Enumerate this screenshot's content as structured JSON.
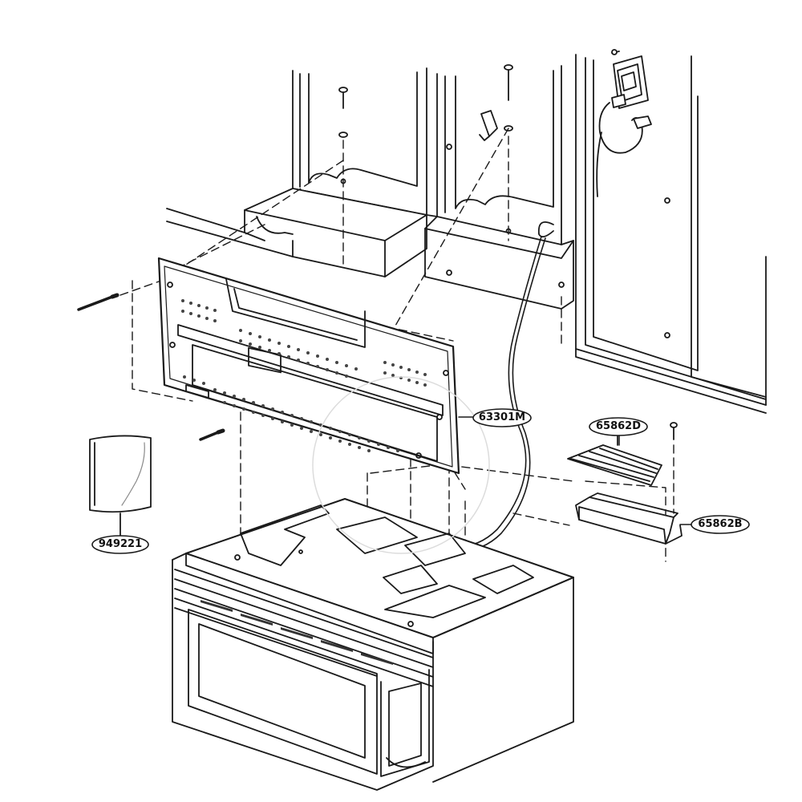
{
  "diagram": {
    "callouts": [
      {
        "id": "63301M",
        "text": "63301M"
      },
      {
        "id": "65862D",
        "text": "65862D"
      },
      {
        "id": "65862B",
        "text": "65862B"
      },
      {
        "id": "949221",
        "text": "949221"
      }
    ],
    "colors": {
      "line": "#1a1a1a",
      "fill": "#ffffff",
      "grey": "#8a8a8a",
      "watermark": "#dcdcdc"
    }
  }
}
